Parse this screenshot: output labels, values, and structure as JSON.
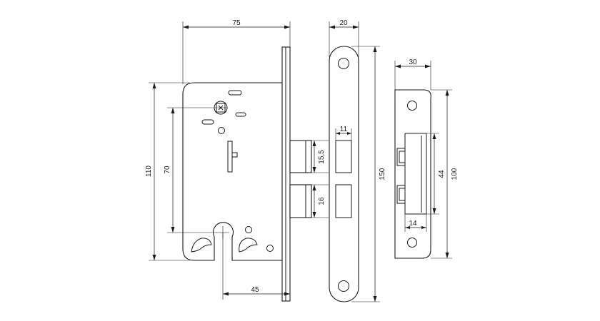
{
  "diagram": {
    "lock_body": {
      "width_label": "75",
      "height_label": "110",
      "keyhole_spacing_label": "70",
      "backset_label": "45",
      "latch_height_label": "15,5",
      "bolt_height_label": "16"
    },
    "faceplate": {
      "width_label": "20",
      "length_label": "150",
      "slot_width_label": "11"
    },
    "strike_plate": {
      "width_label": "30",
      "height_label": "100",
      "opening_height_label": "44",
      "opening_width_label": "14"
    }
  }
}
